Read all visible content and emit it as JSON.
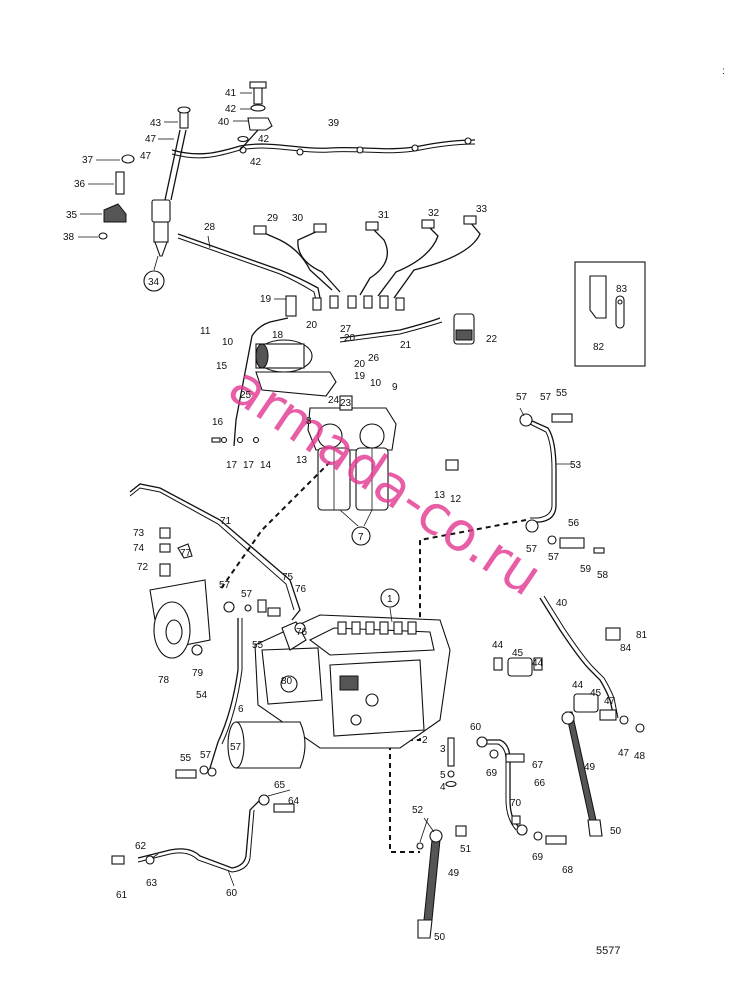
{
  "watermark": "armada-co.ru",
  "figure_number": "5577",
  "callouts": {
    "c1": "1",
    "c2": "2",
    "c3": "3",
    "c4": "4",
    "c5": "5",
    "c6": "6",
    "c7": "7",
    "c8": "8",
    "c9": "9",
    "c10": "10",
    "c11": "11",
    "c12": "12",
    "c13": "13",
    "c14": "14",
    "c15": "15",
    "c16": "16",
    "c17": "17",
    "c18": "18",
    "c19": "19",
    "c20": "20",
    "c21": "21",
    "c22": "22",
    "c23": "23",
    "c24": "24",
    "c25": "25",
    "c26": "26",
    "c27": "27",
    "c28": "28",
    "c29": "29",
    "c30": "30",
    "c31": "31",
    "c32": "32",
    "c33": "33",
    "c34": "34",
    "c35": "35",
    "c36": "36",
    "c37": "37",
    "c38": "38",
    "c39": "39",
    "c40": "40",
    "c41": "41",
    "c42": "42",
    "c43": "43",
    "c44": "44",
    "c45": "45",
    "c47": "47",
    "c48": "48",
    "c49": "49",
    "c50": "50",
    "c51": "51",
    "c52": "52",
    "c53": "53",
    "c54": "54",
    "c55": "55",
    "c56": "56",
    "c57": "57",
    "c58": "58",
    "c59": "59",
    "c60": "60",
    "c61": "61",
    "c62": "62",
    "c63": "63",
    "c64": "64",
    "c65": "65",
    "c66": "66",
    "c67": "67",
    "c68": "68",
    "c69": "69",
    "c70": "70",
    "c71": "71",
    "c72": "72",
    "c73": "73",
    "c74": "74",
    "c75": "75",
    "c76": "76",
    "c77": "77",
    "c78": "78",
    "c79": "79",
    "c80": "80",
    "c81": "81",
    "c82": "82",
    "c83": "83",
    "c84": "84"
  }
}
